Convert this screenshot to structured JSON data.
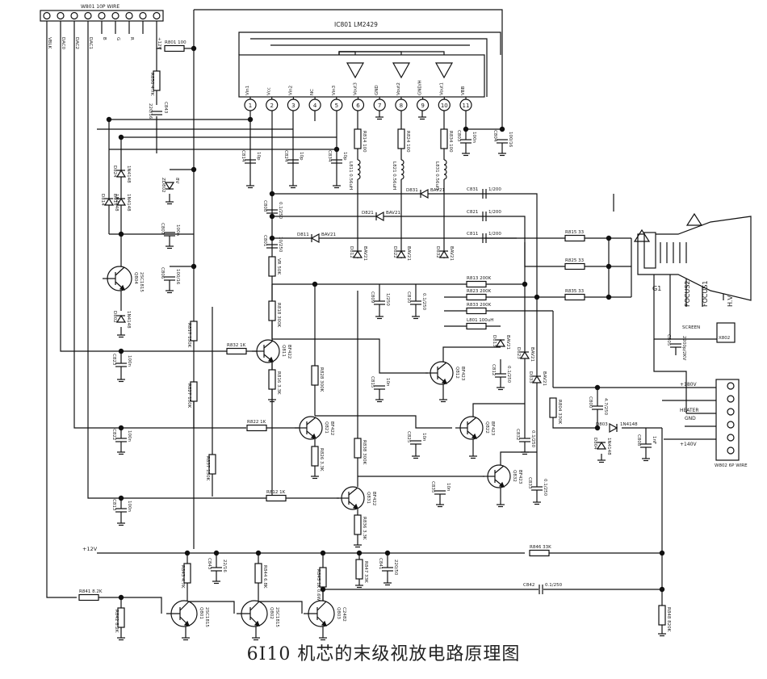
{
  "caption": "6I10 机芯的末级视放电路原理图",
  "ic": {
    "label": "IC801",
    "part": "LM2429",
    "pins": [
      {
        "num": "1",
        "name": "Vin1"
      },
      {
        "num": "2",
        "name": "Vcc"
      },
      {
        "num": "3",
        "name": "Vin2"
      },
      {
        "num": "4",
        "name": "NC"
      },
      {
        "num": "5",
        "name": "Vin3"
      },
      {
        "num": "6",
        "name": "Vout3"
      },
      {
        "num": "7",
        "name": "GND"
      },
      {
        "num": "8",
        "name": "Vout2"
      },
      {
        "num": "9",
        "name": "GND/H"
      },
      {
        "num": "10",
        "name": "Vout1"
      },
      {
        "num": "11",
        "name": "VBB"
      }
    ]
  },
  "connector_top": {
    "label": "W801 10P WIRE",
    "pins": [
      "VBLK",
      "DAC0",
      "DAC2",
      "DAC1",
      "B",
      "G",
      "R",
      "",
      "+12V"
    ]
  },
  "connector_right": {
    "label": "W802 6P WIRE",
    "pins": [
      "+180V",
      "HEATER",
      "GND",
      "+140V"
    ]
  },
  "crt": {
    "labels": [
      "G1",
      "FOCUS2",
      "FOCUS1",
      "H.V",
      "SCREEN",
      "X802"
    ]
  },
  "components": [
    {
      "id": "R801",
      "value": "100"
    },
    {
      "id": "R850",
      "value": "4.7K"
    },
    {
      "id": "C843",
      "value": "220/16"
    },
    {
      "id": "C814",
      "value": "10p"
    },
    {
      "id": "C824",
      "value": "10p"
    },
    {
      "id": "C834",
      "value": "10p"
    },
    {
      "id": "C803",
      "value": "100n"
    },
    {
      "id": "C804",
      "value": "100/16"
    },
    {
      "id": "R814",
      "value": "100"
    },
    {
      "id": "R824",
      "value": "100"
    },
    {
      "id": "R834",
      "value": "100"
    },
    {
      "id": "L811",
      "value": "0.56uH"
    },
    {
      "id": "L821",
      "value": "0.56uH"
    },
    {
      "id": "L831",
      "value": "0.56uH"
    },
    {
      "id": "D824",
      "value": "1N4148"
    },
    {
      "id": "D814",
      "value": "1N4148"
    },
    {
      "id": "D815",
      "value": "1N4148"
    },
    {
      "id": "D802",
      "value": "1N4148"
    },
    {
      "id": "ZD802",
      "value": "8V"
    },
    {
      "id": "C807",
      "value": "100n"
    },
    {
      "id": "C806",
      "value": "100/16"
    },
    {
      "id": "Q804",
      "value": "2SC1815"
    },
    {
      "id": "C808",
      "value": "0.1/250"
    },
    {
      "id": "C801",
      "value": "10/250"
    },
    {
      "id": "VR",
      "value": "50K"
    },
    {
      "id": "D831",
      "value": "BAV21"
    },
    {
      "id": "D821",
      "value": "BAV21"
    },
    {
      "id": "D811",
      "value": "BAV21"
    },
    {
      "id": "D812",
      "value": "BAV21"
    },
    {
      "id": "D822",
      "value": "BAV21"
    },
    {
      "id": "D832",
      "value": "BAV21"
    },
    {
      "id": "C831",
      "value": "1/200"
    },
    {
      "id": "C821",
      "value": "1/200"
    },
    {
      "id": "C811",
      "value": "1/200"
    },
    {
      "id": "R815",
      "value": "33"
    },
    {
      "id": "R825",
      "value": "33"
    },
    {
      "id": "R835",
      "value": "33"
    },
    {
      "id": "R813",
      "value": "200K"
    },
    {
      "id": "R823",
      "value": "200K"
    },
    {
      "id": "R833",
      "value": "200K"
    },
    {
      "id": "L801",
      "value": "100uH"
    },
    {
      "id": "C809",
      "value": "1/250"
    },
    {
      "id": "C810",
      "value": "0.1/250"
    },
    {
      "id": "R818",
      "value": "300K"
    },
    {
      "id": "R817",
      "value": "150K"
    },
    {
      "id": "R832",
      "value": "1K"
    },
    {
      "id": "Q811",
      "value": "BF422"
    },
    {
      "id": "R816",
      "value": "3.3K"
    },
    {
      "id": "C823",
      "value": "100n"
    },
    {
      "id": "R828",
      "value": "300K"
    },
    {
      "id": "C815",
      "value": "10n"
    },
    {
      "id": "Q812",
      "value": "BF423"
    },
    {
      "id": "D813",
      "value": "BAV21"
    },
    {
      "id": "D823",
      "value": "BAV21"
    },
    {
      "id": "D833",
      "value": "BAV21"
    },
    {
      "id": "C812",
      "value": "0.1/250"
    },
    {
      "id": "R827",
      "value": "150K"
    },
    {
      "id": "R822",
      "value": "1K"
    },
    {
      "id": "Q821",
      "value": "BF422"
    },
    {
      "id": "R826",
      "value": "3.3K"
    },
    {
      "id": "C822",
      "value": "100n"
    },
    {
      "id": "C825",
      "value": "10n"
    },
    {
      "id": "Q822",
      "value": "BF423"
    },
    {
      "id": "C832",
      "value": "0.1/250"
    },
    {
      "id": "R838",
      "value": "300K"
    },
    {
      "id": "R837",
      "value": "150K"
    },
    {
      "id": "R812",
      "value": "1K"
    },
    {
      "id": "Q831",
      "value": "BF422"
    },
    {
      "id": "R836",
      "value": "3.3K"
    },
    {
      "id": "C813",
      "value": "100n"
    },
    {
      "id": "C835",
      "value": "10n"
    },
    {
      "id": "Q832",
      "value": "BF423"
    },
    {
      "id": "C833",
      "value": "0.1/250"
    },
    {
      "id": "C805",
      "value": "2200p/2KV"
    },
    {
      "id": "R804",
      "value": "330K"
    },
    {
      "id": "C800",
      "value": "4.7/250"
    },
    {
      "id": "D803",
      "value": "1N4148"
    },
    {
      "id": "D804",
      "value": "1N4148"
    },
    {
      "id": "C808b",
      "value": "1nF"
    },
    {
      "id": "R843",
      "value": "4.7K"
    },
    {
      "id": "C843b",
      "value": "22/16"
    },
    {
      "id": "R844",
      "value": "6.8K"
    },
    {
      "id": "R845",
      "value": "1K 0.6W"
    },
    {
      "id": "R847",
      "value": "33K"
    },
    {
      "id": "C841",
      "value": "220/50"
    },
    {
      "id": "R846",
      "value": "33K"
    },
    {
      "id": "C842",
      "value": "0.1/250"
    },
    {
      "id": "R841",
      "value": "8.2K"
    },
    {
      "id": "R842",
      "value": "8.2K"
    },
    {
      "id": "Q801",
      "value": "2SC1815"
    },
    {
      "id": "Q802",
      "value": "2SC1815"
    },
    {
      "id": "Q803",
      "value": "C2482"
    },
    {
      "id": "R848",
      "value": "820K"
    }
  ],
  "rail_12v": "+12V"
}
